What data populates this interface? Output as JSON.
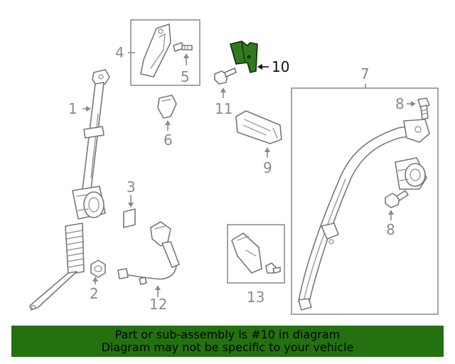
{
  "callouts": {
    "c1": "1",
    "c2": "2",
    "c3": "3",
    "c4": "4",
    "c5": "5",
    "c6": "6",
    "c7": "7",
    "c8a": "8",
    "c8b": "8",
    "c9": "9",
    "c10": "10",
    "c11": "11",
    "c12": "12",
    "c13": "13"
  },
  "highlight": {
    "part_number": "10",
    "color": "#23710f"
  },
  "banner": {
    "line1": "Part or sub-assembly is #10 in diagram",
    "line2": "Diagram may not be specific to your vehicle",
    "background": "#23710f"
  }
}
